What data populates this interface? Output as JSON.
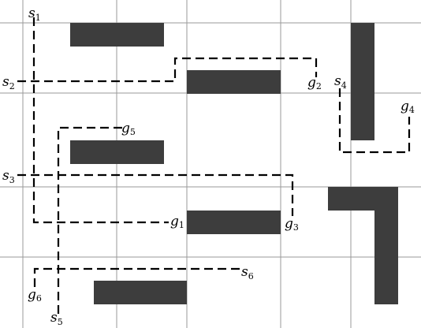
{
  "labels": {
    "s1": {
      "base": "s",
      "sub": "1"
    },
    "s2": {
      "base": "s",
      "sub": "2"
    },
    "s3": {
      "base": "s",
      "sub": "3"
    },
    "s4": {
      "base": "s",
      "sub": "4"
    },
    "s5": {
      "base": "s",
      "sub": "5"
    },
    "s6": {
      "base": "s",
      "sub": "6"
    },
    "g1": {
      "base": "g",
      "sub": "1"
    },
    "g2": {
      "base": "g",
      "sub": "2"
    },
    "g3": {
      "base": "g",
      "sub": "3"
    },
    "g4": {
      "base": "g",
      "sub": "4"
    },
    "g5": {
      "base": "g",
      "sub": "5"
    },
    "g6": {
      "base": "g",
      "sub": "6"
    }
  },
  "colors": {
    "obstacle": "#3d3d3d",
    "grid": "#9a9a9a",
    "path": "#000000",
    "background": "#ffffff"
  }
}
